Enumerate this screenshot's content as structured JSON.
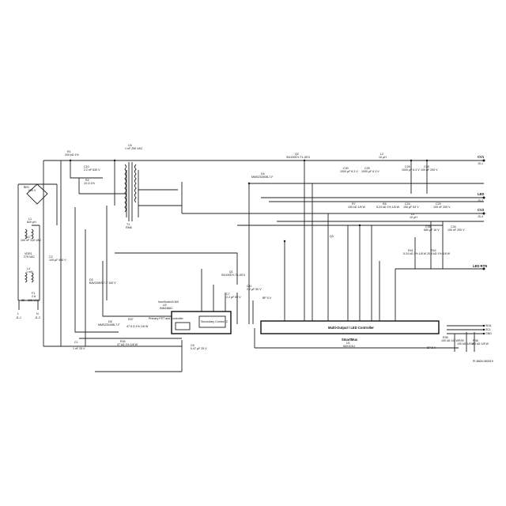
{
  "labels": {
    "bridge": "BR1",
    "bridge_v": "600 V",
    "l1": "L1",
    "l1_v": "820 µH",
    "c17": "C17",
    "c17_v": "100 nF 310 VAC",
    "vdr": "VDR1",
    "vdr_v": "275 VAC",
    "l4": "L4",
    "l4_v": "1 mH",
    "f1": "F1",
    "f1_v": "2 A",
    "ac_in": "85 – 265 VAC",
    "line": "L",
    "neutral": "N",
    "j1_1": "J1-1",
    "j1_2": "J1-2",
    "r1": "R1",
    "r1_v": "200 kΩ 1%",
    "c10": "C10",
    "c10_v": "2.2 nF 630 V",
    "r2": "R2",
    "r2_v": "10 Ω 1%",
    "c6": "C6",
    "c6_v": "1 nF 250 VAC",
    "t1": "T1",
    "t1_v": "RM8",
    "c2": "C2",
    "c2_v": "100 µF 400 V",
    "d3": "D3",
    "d3_v": "BAV20WS-7-F 100 V",
    "q2": "Q2",
    "q2_v": "SI4190DY-T1-GE3",
    "d4": "D4",
    "d4_v": "MMSZ5250B-7-F",
    "q3": "Q3",
    "q3_v": "SI4190DY-T1-GE3",
    "q1": "Q1",
    "q1_v": "SI4190DY-T1-GE3",
    "c30": "C30",
    "c30_v": "1000 µF 6.3 V",
    "c25": "C25",
    "c25_v": "1000 µF 6.3 V",
    "c26": "C26",
    "c26_v": "1000 µF 6.3 V",
    "c28": "C28",
    "c28_v": "100 nF 200 V",
    "l2": "L2",
    "l2_v": "10 µH",
    "l3": "L3",
    "l3_v": "10 µH",
    "c24": "C24",
    "c24_v": "150 µF 63 V",
    "c29": "C29",
    "c29_v": "100 nF 200 V",
    "c35": "C35",
    "c35_v": "680 µF 16 V",
    "c34": "C34",
    "c34_v": "100 nF 200 V",
    "r41": "R41",
    "r41_v": "5.24 kΩ 1% 1/8 W",
    "r42": "R42",
    "r42_v": "20.4 kΩ 1% 1/8 W",
    "r8": "R8",
    "r8_v": "5.24 kΩ 1% 1/8 W",
    "r7": "R7",
    "r7_v": "100 kΩ 1/8 W",
    "out_cv1": "CV1",
    "out_cv1_j": "J3-1",
    "out_led": "LED",
    "out_led_j": "J3-3",
    "out_cv2": "CV2",
    "out_cv2_j": "J3-4",
    "out_ledrtn": "LED RTN",
    "u2_family": "InnoSwitch3-MX",
    "u2": "U2",
    "u2_part": "INN3466C",
    "primary": "Primary FET and Controller",
    "secondary": "Secondary Control IC",
    "c7": "C7",
    "c7_v": "2.2 µF 50 V",
    "c11": "C11",
    "c11_v": "2.2 µF 50 V",
    "c8": "C8",
    "c8_v": "0.47 µF 25 V",
    "bp5v": "BP 5 V",
    "controller": "Multi-Output / LED Controller",
    "smartmux": "SmartMux",
    "u1": "U1",
    "u1_part": "IMX101U",
    "r39": "R39",
    "r39_v": "100 kΩ 1/8 W",
    "r38": "R38",
    "r38_v": "100 kΩ 1/8 W",
    "r35": "R35",
    "r35_v": "100 kΩ 1/8 W",
    "sda": "SDA",
    "scl": "SCL",
    "gnd": "GND",
    "d8": "D8",
    "d8_v": "MMSZ5248B-7-F",
    "r37": "R37",
    "r37_v": "47.5 Ω 1% 1/8 W",
    "r34": "R34",
    "r34_v": "37 kΩ 1% 1/8 W",
    "c1": "C1",
    "c1_v": "1 nF 25 V",
    "drawing_id": "PI-8826-083019"
  }
}
